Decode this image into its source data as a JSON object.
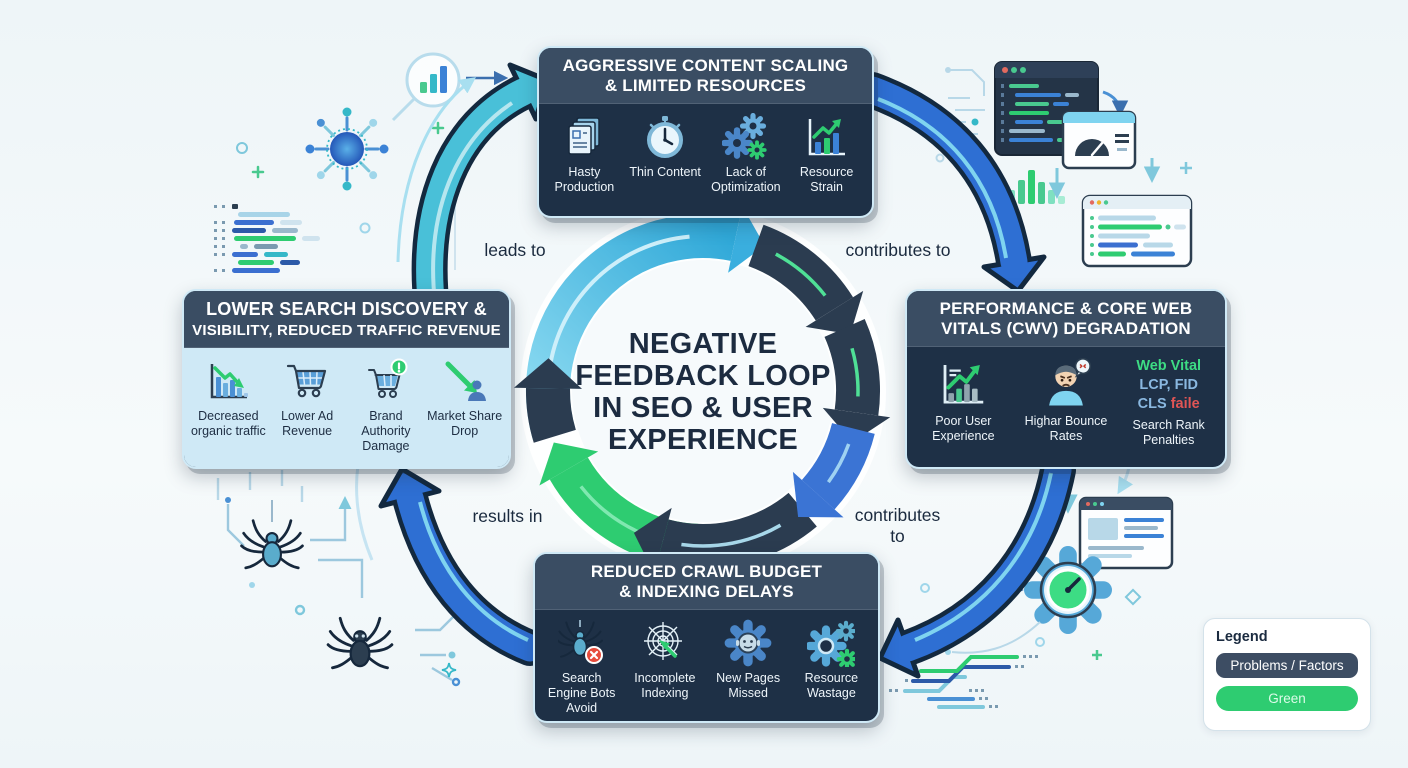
{
  "center": {
    "title_lines": [
      "NEGATIVE",
      "FEEDBACK LOOP",
      "IN SEO & USER",
      "EXPERIENCE"
    ]
  },
  "edge_labels": {
    "top_left": "leads to",
    "top_right": "contributes to",
    "bottom_left": "results in",
    "bottom_right": "contributes to"
  },
  "boxes": {
    "top": {
      "title": [
        "AGGRESSIVE CONTENT SCALING",
        "& LIMITED RESOURCES"
      ],
      "items": [
        {
          "icon": "documents-icon",
          "label": "Hasty Production"
        },
        {
          "icon": "stopwatch-icon",
          "label": "Thin Content"
        },
        {
          "icon": "gears-icon",
          "label": "Lack of Optimization"
        },
        {
          "icon": "chart-rising-icon",
          "label": "Resource Strain"
        }
      ]
    },
    "right": {
      "title": [
        "PERFORMANCE & CORE WEB",
        "VITALS (CWV) DEGRADATION"
      ],
      "items": [
        {
          "icon": "chart-growth-icon",
          "label": "Poor User Experience"
        },
        {
          "icon": "angry-user-icon",
          "label": "Highar Bounce Rates"
        },
        {
          "icon": "web-vitals-text",
          "label": "Search Rank Penalties"
        }
      ],
      "vitals": {
        "line1": "Web Vital",
        "line2": "LCP, FID",
        "line3_part1": "CLS",
        "line3_part2": "faile"
      }
    },
    "bottom": {
      "title": [
        "REDUCED CRAWL BUDGET",
        "& INDEXING DELAYS"
      ],
      "items": [
        {
          "icon": "spider-blocked-icon",
          "label": "Search Engine Bots Avoid"
        },
        {
          "icon": "spiderweb-icon",
          "label": "Incomplete Indexing"
        },
        {
          "icon": "robot-gear-icon",
          "label": "New Pages Missed"
        },
        {
          "icon": "gears-waste-icon",
          "label": "Resource Wastage"
        }
      ]
    },
    "left": {
      "title": [
        "LOWER SEARCH DISCOVERY &",
        "VISIBILITY, REDUCED TRAFFIC REVENUE"
      ],
      "items": [
        {
          "icon": "chart-declining-icon",
          "label": "Decreased organic traffic"
        },
        {
          "icon": "cart-icon",
          "label": "Lower Ad Revenue"
        },
        {
          "icon": "cart-alert-icon",
          "label": "Brand Authority Damage"
        },
        {
          "icon": "market-drop-icon",
          "label": "Market Share Drop"
        }
      ]
    }
  },
  "legend": {
    "title": "Legend",
    "items": [
      {
        "label": "Problems / Factors"
      },
      {
        "label": "Green"
      }
    ]
  },
  "colors": {
    "bg": "#eef5f8",
    "box_border": "#cfe9f6",
    "box_header": "#3a4d63",
    "box_body": "#1e3046",
    "box_body_light": "#cfe9f6",
    "label_light": "#eef5fa",
    "label_dark": "#1d2d42",
    "title_dark": "#1c2b40",
    "ring_dark": "#2b3c50",
    "ring_green": "#2ecc71",
    "ring_blue": "#3b74d4",
    "ring_cyan": "#54c2e4",
    "arrow_blue": "#2e6fd3",
    "arrow_cyan": "#49c0d8",
    "vital_green": "#3ddc84",
    "vital_blue": "#8ab8e0",
    "vital_red": "#e05555",
    "legend_dark": "#3d4d63",
    "legend_green": "#2ecc71"
  }
}
